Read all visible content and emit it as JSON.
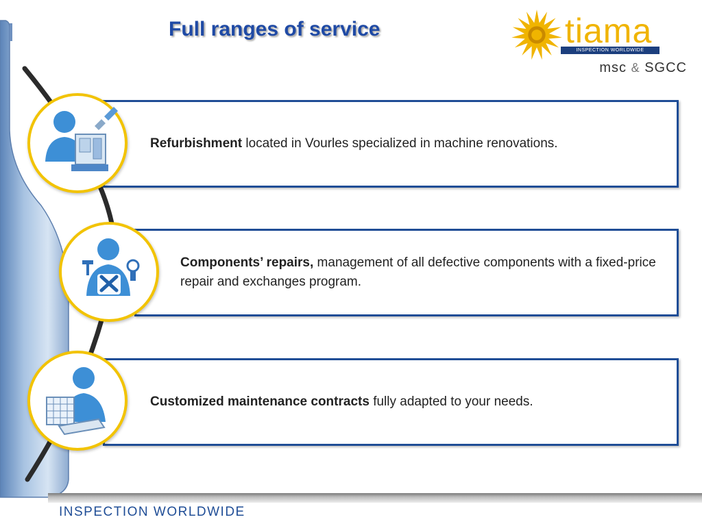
{
  "title": "Full ranges of service",
  "logo": {
    "word": "tiama",
    "band": "INSPECTION WORLDWIDE",
    "sub_left": "msc",
    "sub_amp": "&",
    "sub_right": "SGCC"
  },
  "services": [
    {
      "bold": "Refurbishment",
      "text": " located in Vourles specialized in machine renovations.",
      "icon": "machine-repair-icon"
    },
    {
      "bold": "Components’ repairs,",
      "text": " management of all defective components with a fixed-price repair and exchanges program.",
      "icon": "tools-repair-icon"
    },
    {
      "bold": "Customized maintenance contracts",
      "text": " fully adapted to your needs.",
      "icon": "contract-document-icon"
    }
  ],
  "footer": "INSPECTION WORLDWIDE",
  "colors": {
    "title": "#1f4aa5",
    "box_border": "#1f4d96",
    "circle_border": "#f2c300",
    "logo": "#f0b400"
  }
}
